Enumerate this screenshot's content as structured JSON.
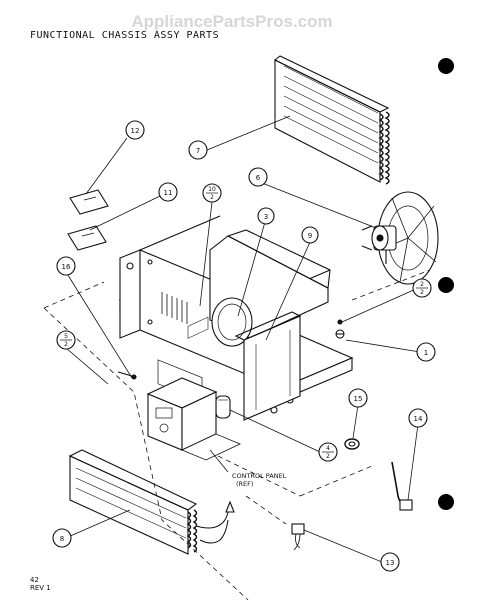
{
  "watermark": "AppliancePartsPros.com",
  "title": "FUNCTIONAL CHASSIS ASSY PARTS",
  "callouts": {
    "c12": "12",
    "c7": "7",
    "c6": "6",
    "c3a": "3",
    "c16": "16",
    "c15": "15",
    "c14": "14",
    "c1": "1",
    "c8": "8",
    "c13": "13",
    "c11": "11",
    "c9": "9"
  },
  "fractions": {
    "f10": {
      "num": "10",
      "den": "2"
    },
    "f5": {
      "num": "5",
      "den": "2"
    },
    "f2": {
      "num": "2",
      "den": "2"
    },
    "f4": {
      "num": "4",
      "den": "2"
    }
  },
  "control_panel_label": [
    "CONTROL PANEL",
    "(REF)"
  ],
  "page_ref": [
    "42",
    "REV 1"
  ],
  "colors": {
    "ink": "#111111",
    "watermark": "#d6d6d6",
    "paper": "#ffffff"
  }
}
